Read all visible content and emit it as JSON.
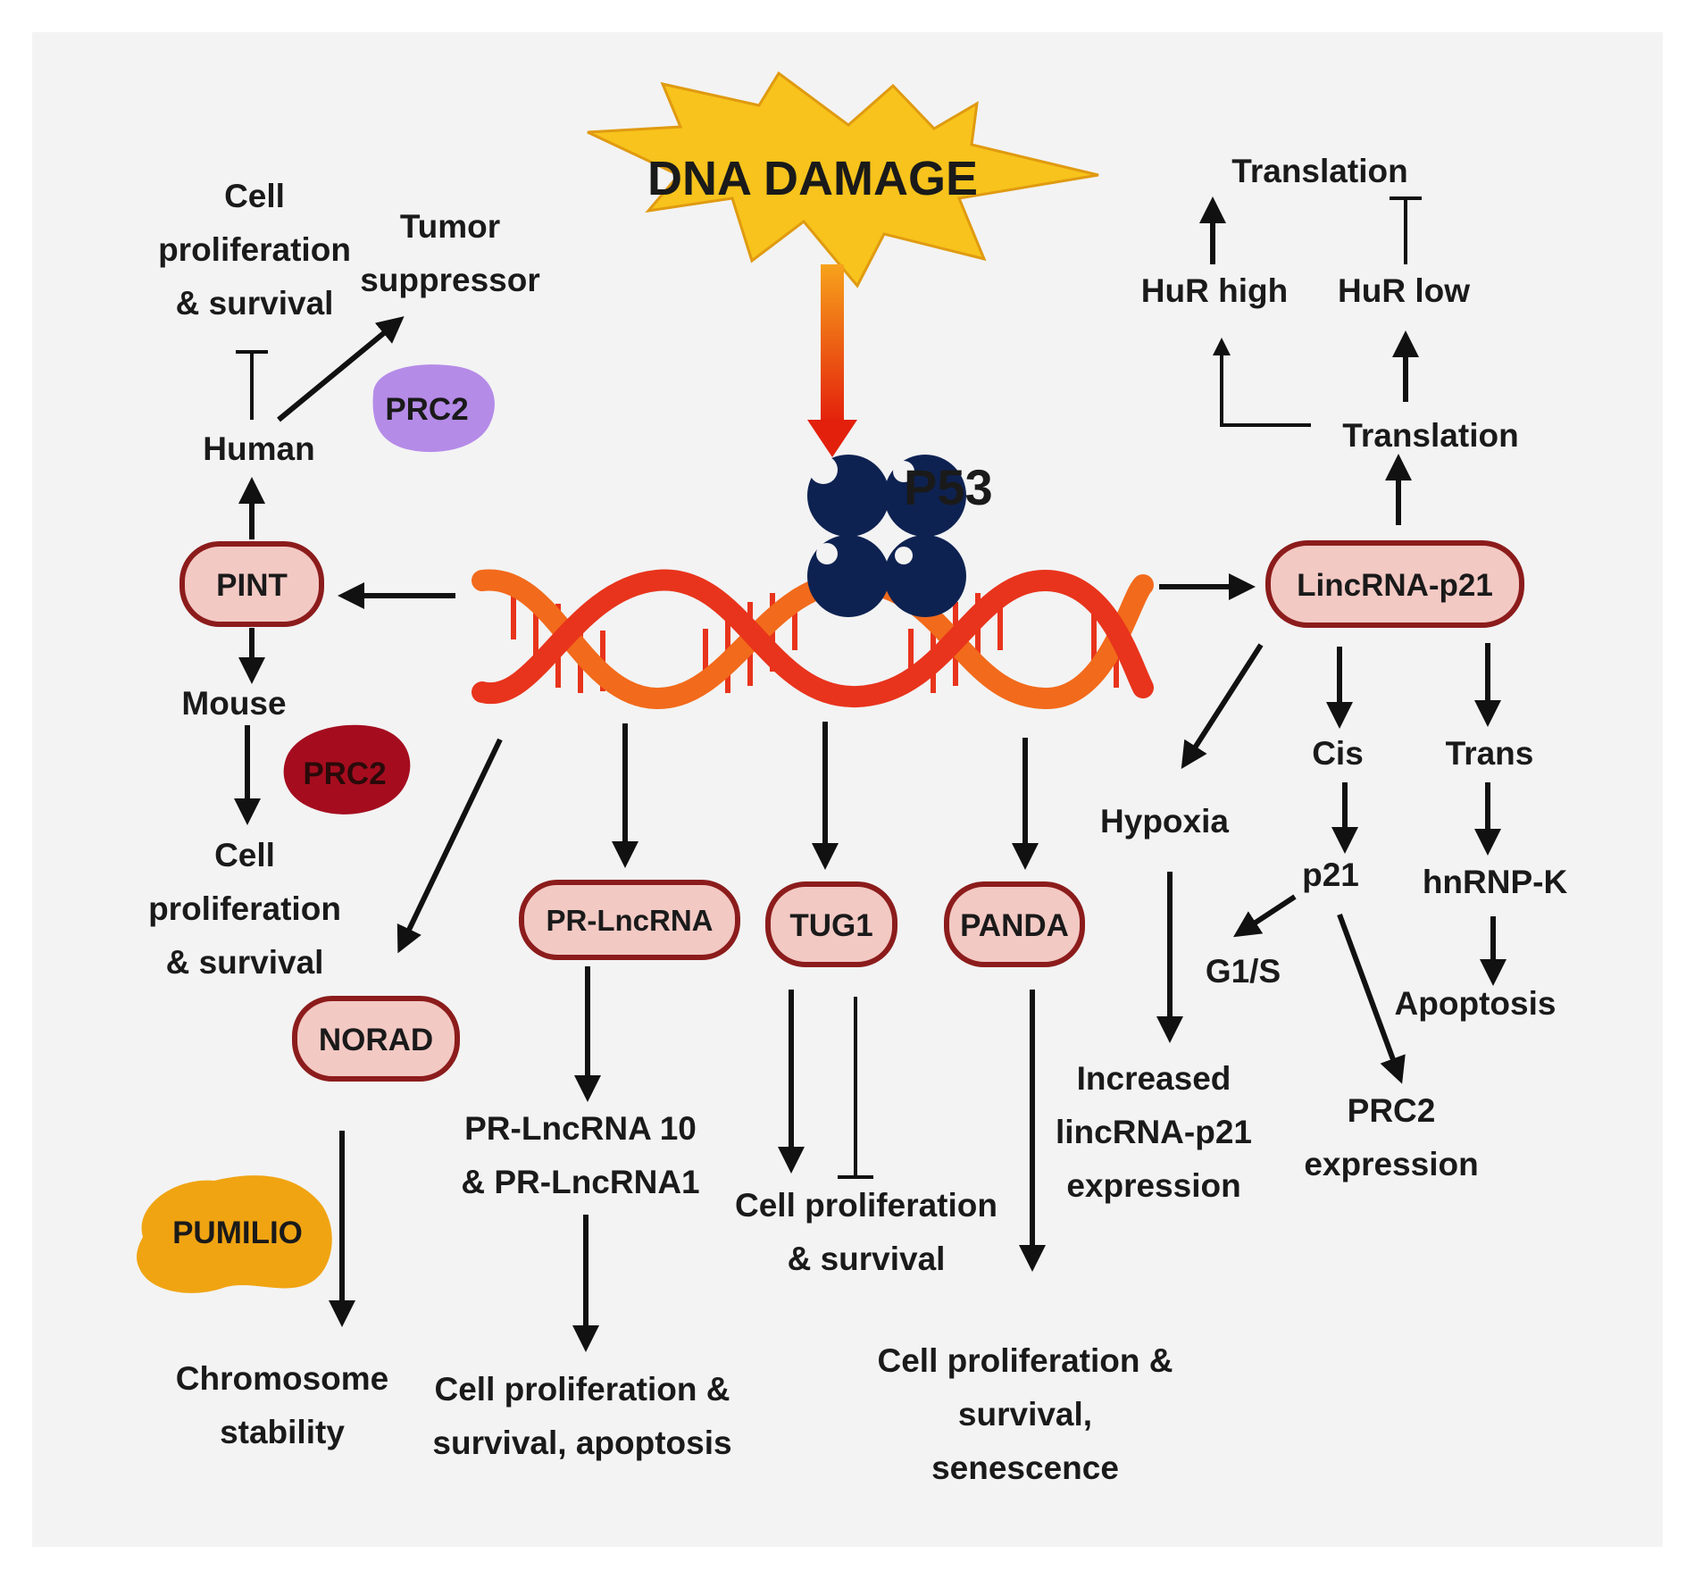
{
  "header": {
    "damage": "DNA DAMAGE",
    "p53": "P53"
  },
  "nodes": {
    "pint": "PINT",
    "norad": "NORAD",
    "pr_lncrna": "PR-LncRNA",
    "tug1": "TUG1",
    "panda": "PANDA",
    "lincrna_p21": "LincRNA-p21"
  },
  "blobs": {
    "prc2_top": "PRC2",
    "prc2_mid": "PRC2",
    "pumilio": "PUMILIO"
  },
  "labels": {
    "cell_prolif_top": [
      "Cell",
      "proliferation",
      "& survival"
    ],
    "tumor_suppressor": [
      "Tumor",
      "suppressor"
    ],
    "human": "Human",
    "mouse": "Mouse",
    "cell_prolif_mouse": [
      "Cell",
      "proliferation",
      "& survival"
    ],
    "chromosome_stability": [
      "Chromosome",
      "stability"
    ],
    "pr_lncrna_products": [
      "PR-LncRNA 10",
      "& PR-LncRNA1"
    ],
    "pr_outcome": [
      "Cell proliferation &",
      "survival, apoptosis"
    ],
    "tug1_outcome": [
      "Cell proliferation",
      "& survival"
    ],
    "panda_outcome": [
      "Cell proliferation &",
      "survival,",
      "senescence"
    ],
    "translation_top": "Translation",
    "hur_high": "HuR high",
    "hur_low": "HuR low",
    "translation_mid": "Translation",
    "hypoxia": "Hypoxia",
    "increased_expression": [
      "Increased",
      "lincRNA-p21",
      "expression"
    ],
    "cis": "Cis",
    "trans": "Trans",
    "p21": "p21",
    "g1s": "G1/S",
    "hnrnpk": "hnRNP-K",
    "apoptosis": "Apoptosis",
    "prc2_expression": [
      "PRC2",
      "expression"
    ]
  },
  "colors": {
    "background": "#f3f3f3",
    "dna_red": "#e8341c",
    "dna_orange": "#f26a1b",
    "p53_navy": "#0e2252",
    "box_fill": "#f3c9c4",
    "box_border": "#8c1c1c",
    "prc2_purple": "#b58be8",
    "prc2_red": "#a50d1f",
    "pumilio_orange": "#f0a412",
    "star_yellow": "#f7c31c",
    "star_border": "#e09a10"
  }
}
